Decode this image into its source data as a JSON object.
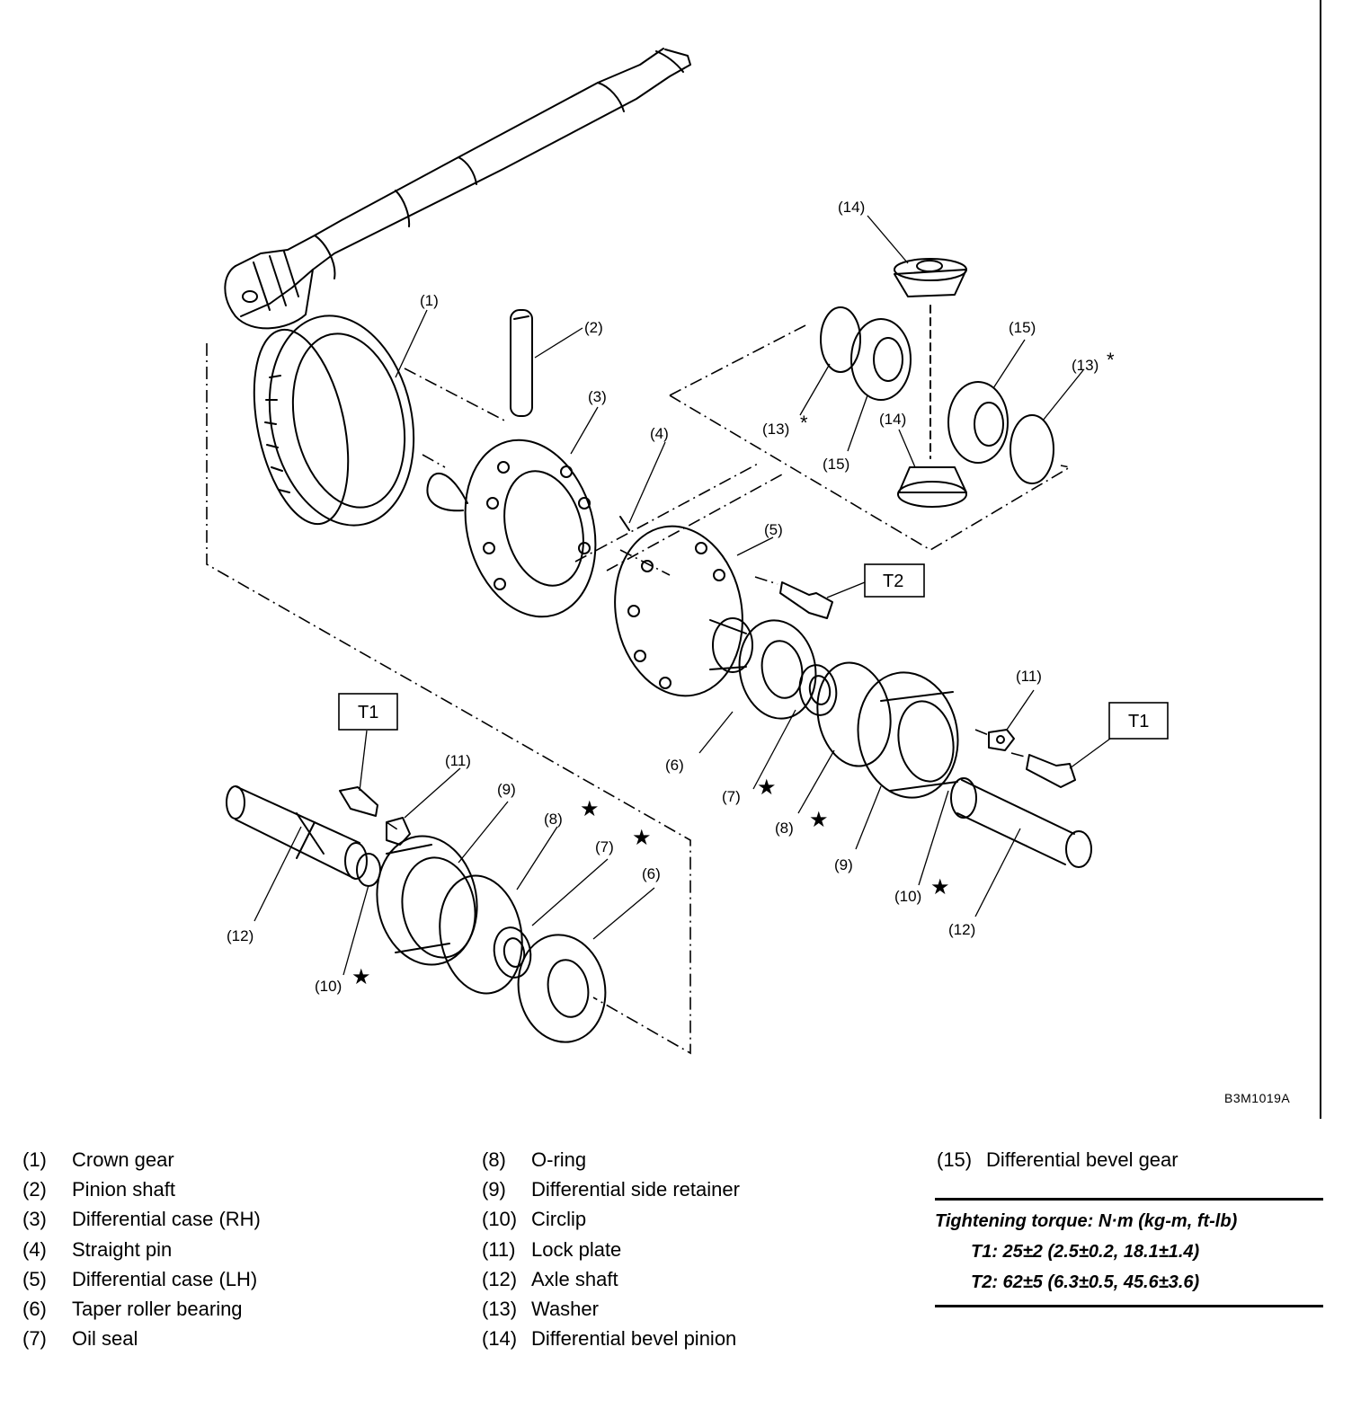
{
  "diagram": {
    "figure_id": "B3M1019A",
    "callouts": {
      "c1": "(1)",
      "c2": "(2)",
      "c3": "(3)",
      "c4": "(4)",
      "c5": "(5)",
      "c6a": "(6)",
      "c6b": "(6)",
      "c7a": "(7)",
      "c7b": "(7)",
      "c8a": "(8)",
      "c8b": "(8)",
      "c9a": "(9)",
      "c9b": "(9)",
      "c10a": "(10)",
      "c10b": "(10)",
      "c11a": "(11)",
      "c11b": "(11)",
      "c12a": "(12)",
      "c12b": "(12)",
      "c13a": "(13)",
      "c13b": "(13)",
      "c14a": "(14)",
      "c14b": "(14)",
      "c15a": "(15)",
      "c15b": "(15)"
    },
    "markers": {
      "star": "★",
      "asterisk": "*"
    },
    "torque_boxes": {
      "t1_left": "T1",
      "t1_right": "T1",
      "t2": "T2"
    }
  },
  "legend": {
    "col1": [
      {
        "num": "(1)",
        "label": "Crown gear"
      },
      {
        "num": "(2)",
        "label": "Pinion shaft"
      },
      {
        "num": "(3)",
        "label": "Differential case (RH)"
      },
      {
        "num": "(4)",
        "label": "Straight pin"
      },
      {
        "num": "(5)",
        "label": "Differential case (LH)"
      },
      {
        "num": "(6)",
        "label": "Taper roller bearing"
      },
      {
        "num": "(7)",
        "label": "Oil seal"
      }
    ],
    "col2": [
      {
        "num": "(8)",
        "label": "O-ring"
      },
      {
        "num": "(9)",
        "label": "Differential side retainer"
      },
      {
        "num": "(10)",
        "label": "Circlip"
      },
      {
        "num": "(11)",
        "label": "Lock plate"
      },
      {
        "num": "(12)",
        "label": "Axle shaft"
      },
      {
        "num": "(13)",
        "label": "Washer"
      },
      {
        "num": "(14)",
        "label": "Differential bevel pinion"
      }
    ],
    "col3": [
      {
        "num": "(15)",
        "label": "Differential bevel gear"
      }
    ]
  },
  "torque": {
    "title": "Tightening torque: N·m (kg-m, ft-lb)",
    "t1": "T1: 25±2 (2.5±0.2, 18.1±1.4)",
    "t2": "T2: 62±5 (6.3±0.5, 45.6±3.6)"
  }
}
